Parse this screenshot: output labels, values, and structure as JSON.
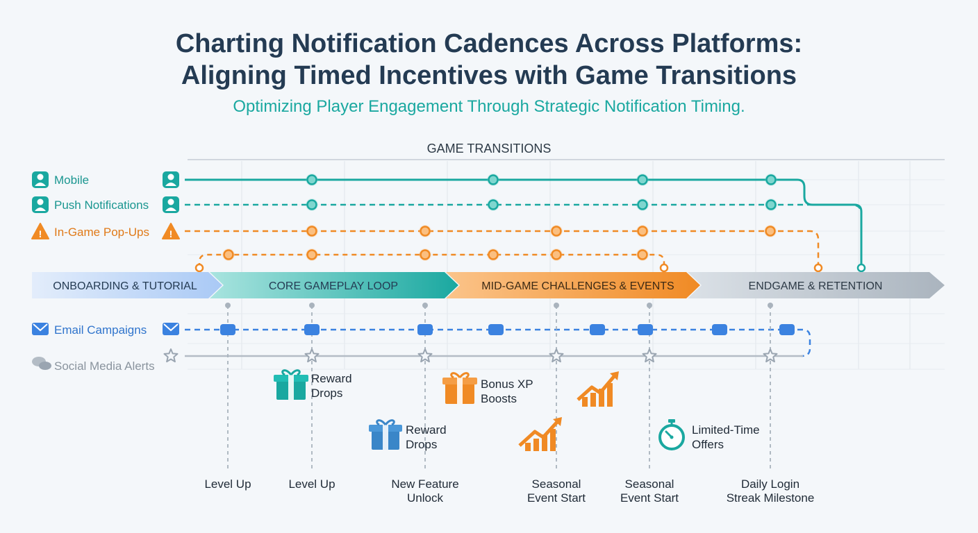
{
  "title_line1": "Charting Notification Cadences Across Platforms:",
  "title_line2": "Aligning Timed Incentives with Game Transitions",
  "subtitle": "Optimizing Player Engagement Through Strategic Notification Timing.",
  "section_header": "GAME TRANSITIONS",
  "channels": [
    {
      "label": "Mobile",
      "icon": "user-icon",
      "color": "#1aa8a0"
    },
    {
      "label": "Push Notifications",
      "icon": "user-icon",
      "color": "#1aa8a0"
    },
    {
      "label": "In-Game Pop-Ups",
      "icon": "warning-icon",
      "color": "#f08a24"
    },
    {
      "label": "Email Campaigns",
      "icon": "envelope-icon",
      "color": "#3b82e0"
    },
    {
      "label": "Social Media Alerts",
      "icon": "chat-bubbles-icon",
      "color": "#9aa5b1"
    }
  ],
  "phases": [
    {
      "label": "ONBOARDING & TUTORIAL",
      "color": "#c9dcf7"
    },
    {
      "label": "CORE GAMEPLAY LOOP",
      "color": "#2fb8b0"
    },
    {
      "label": "MID-GAME CHALLENGES & EVENTS",
      "color": "#f39a3c"
    },
    {
      "label": "ENDGAME & RETENTION",
      "color": "#b8c2cc"
    }
  ],
  "incentives": [
    {
      "label_lines": [
        "Reward",
        "Drops"
      ],
      "icon": "gift-icon",
      "color": "#1aa8a0"
    },
    {
      "label_lines": [
        "Bonus XP",
        "Boosts"
      ],
      "icon": "gift-icon",
      "color": "#f08a24"
    },
    {
      "label_lines": [
        "Reward",
        "Drops"
      ],
      "icon": "gift-icon",
      "color": "#3a86c8"
    },
    {
      "label_lines": [],
      "icon": "growth-chart-icon",
      "color": "#f08a24"
    },
    {
      "label_lines": [],
      "icon": "growth-chart-icon",
      "color": "#f08a24"
    },
    {
      "label_lines": [
        "Limited-Time",
        "Offers"
      ],
      "icon": "stopwatch-icon",
      "color": "#1aa8a0"
    }
  ],
  "milestones": [
    {
      "label_lines": [
        "Level Up"
      ]
    },
    {
      "label_lines": [
        "Level Up"
      ]
    },
    {
      "label_lines": [
        "New Feature",
        "Unlock"
      ]
    },
    {
      "label_lines": [
        "Seasonal",
        "Event Start"
      ]
    },
    {
      "label_lines": [
        "Seasonal",
        "Event Start"
      ]
    },
    {
      "label_lines": [
        "Daily Login",
        "Streak Milestone"
      ]
    }
  ]
}
